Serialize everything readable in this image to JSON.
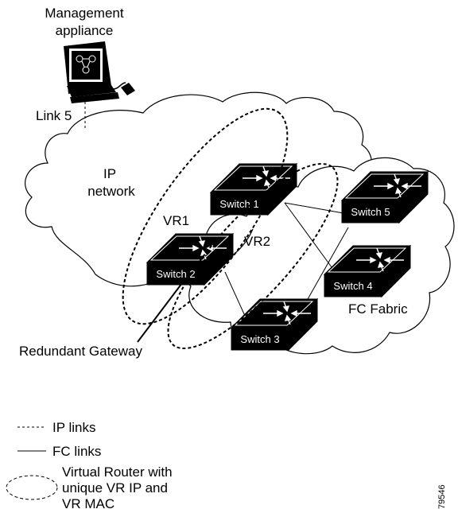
{
  "management": {
    "line1": "Management",
    "line2": "appliance"
  },
  "link5": "Link 5",
  "ip_network": {
    "line1": "IP",
    "line2": "network"
  },
  "vr1": "VR1",
  "vr2": "VR2",
  "fc_fabric": "FC Fabric",
  "redundant_gateway": "Redundant Gateway",
  "switches": [
    "Switch 1",
    "Switch 2",
    "Switch 3",
    "Switch 4",
    "Switch 5"
  ],
  "legend": {
    "ip_links": "IP links",
    "fc_links": "FC links",
    "vr_line1": "Virtual Router with",
    "vr_line2": "unique VR IP and",
    "vr_line3": "VR MAC"
  },
  "figure_id": "79546"
}
